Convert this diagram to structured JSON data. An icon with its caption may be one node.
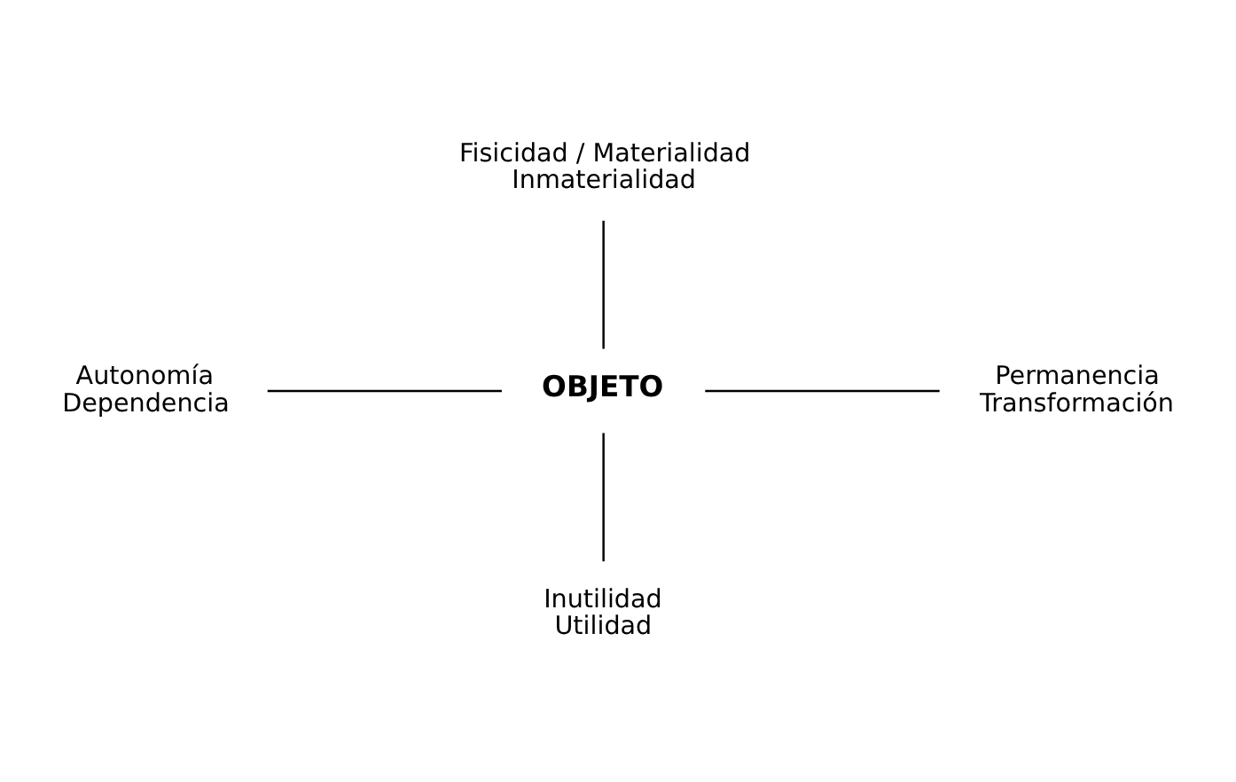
{
  "diagram": {
    "nodes": [
      {
        "text": [
          "OBJETO"
        ]
      },
      {
        "text": [
          "Fisicidad / Materialidad",
          "Inmaterialidad"
        ]
      },
      {
        "text": [
          "Autonomía",
          "Dependencia"
        ]
      },
      {
        "text": [
          "Permanencia",
          "Transformación"
        ]
      },
      {
        "text": [
          "Inutilidad",
          "Utilidad"
        ]
      }
    ],
    "edges": [
      {
        "from": 1,
        "to": 0,
        "arrow": "none"
      },
      {
        "from": 2,
        "to": 0,
        "arrow": "none"
      },
      {
        "from": 0,
        "to": 3,
        "arrow": "none"
      },
      {
        "from": 0,
        "to": 4,
        "arrow": "none"
      }
    ]
  }
}
